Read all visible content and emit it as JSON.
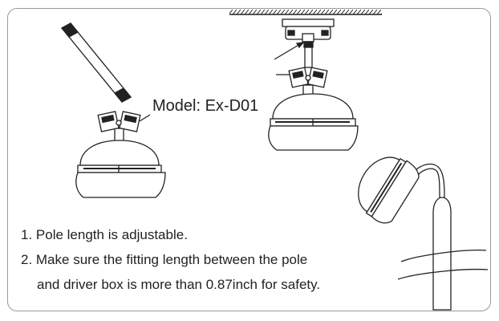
{
  "model_label": "Model: Ex-D01",
  "notes": [
    "1. Pole length is adjustable.",
    "2. Make sure the fitting length between the pole",
    "and driver box is more than 0.87inch for safety."
  ],
  "colors": {
    "line": "#222222",
    "frame": "#9a9a9a",
    "background": "#ffffff"
  }
}
